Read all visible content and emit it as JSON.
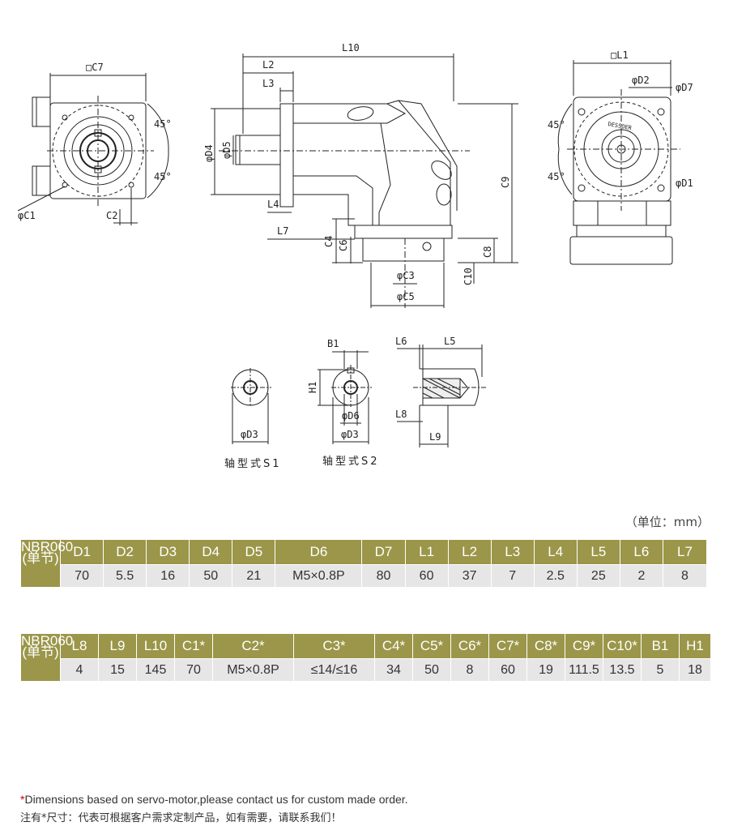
{
  "drawing": {
    "labels": {
      "c7": "□C7",
      "c1": "φC1",
      "c2": "C2",
      "deg": "45°",
      "l10": "L10",
      "l2": "L2",
      "l3": "L3",
      "d4": "φD4",
      "d5": "φD5",
      "l4": "L4",
      "l7": "L7",
      "c4": "C4",
      "c6": "C6",
      "c3": "φC3",
      "c5": "φC5",
      "c8": "C8",
      "c10": "C10",
      "c9": "C9",
      "l1": "□L1",
      "d2": "φD2",
      "d7": "φD7",
      "d1": "φD1",
      "brand": "DESSOER",
      "b1": "B1",
      "h1": "H1",
      "d6": "φD6",
      "d3": "φD3",
      "l6": "L6",
      "l5": "L5",
      "l8": "L8",
      "l9": "L9",
      "s1": "轴型式S1",
      "s2": "轴型式S2"
    }
  },
  "unit_text": "（单位：mm）",
  "table1": {
    "model": "NBR060",
    "sub": "(单节)",
    "headers": [
      "D1",
      "D2",
      "D3",
      "D4",
      "D5",
      "D6",
      "D7",
      "L1",
      "L2",
      "L3",
      "L4",
      "L5",
      "L6",
      "L7"
    ],
    "values": [
      "70",
      "5.5",
      "16",
      "50",
      "21",
      "M5×0.8P",
      "80",
      "60",
      "37",
      "7",
      "2.5",
      "25",
      "2",
      "8"
    ]
  },
  "table2": {
    "model": "NBR060",
    "sub": "(单节)",
    "headers": [
      "L8",
      "L9",
      "L10",
      "C1*",
      "C2*",
      "C3*",
      "C4*",
      "C5*",
      "C6*",
      "C7*",
      "C8*",
      "C9*",
      "C10*",
      "B1",
      "H1"
    ],
    "values": [
      "4",
      "15",
      "145",
      "70",
      "M5×0.8P",
      "≤14/≤16",
      "34",
      "50",
      "8",
      "60",
      "19",
      "111.5",
      "13.5",
      "5",
      "18"
    ]
  },
  "notes": {
    "star": "*",
    "en": "Dimensions based on servo-motor,please contact us for custom made order.",
    "cn": "注有*尺寸：代表可根据客户需求定制产品，如有需要，请联系我们！"
  }
}
